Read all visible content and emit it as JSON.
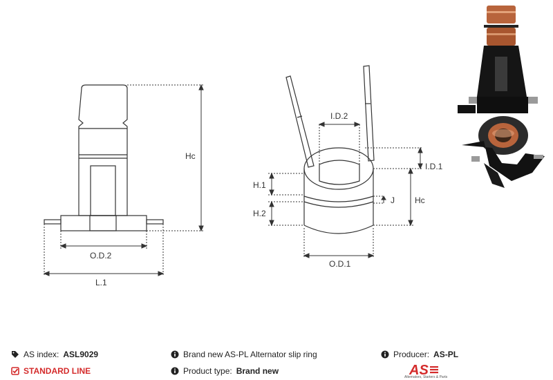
{
  "diagram": {
    "left_view": {
      "label_hc": "Hc",
      "label_od2": "O.D.2",
      "label_l1": "L.1"
    },
    "center_view": {
      "label_id2": "I.D.2",
      "label_id1": "I.D.1",
      "label_h1": "H.1",
      "label_h2": "H.2",
      "label_j": "J",
      "label_hc": "Hc",
      "label_od1": "O.D.1"
    }
  },
  "footer": {
    "as_index_label": "AS index:",
    "as_index_value": "ASL9029",
    "standard_line": "STANDARD LINE",
    "description": "Brand new AS-PL Alternator slip ring",
    "product_type_label": "Product type:",
    "product_type_value": "Brand new",
    "producer_label": "Producer:",
    "producer_value": "AS-PL",
    "logo_text": "AS",
    "logo_tagline": "Alternators, Starters & Parts"
  },
  "colors": {
    "accent": "#d42b2b",
    "line": "#333333",
    "copper": "#b8643c"
  }
}
